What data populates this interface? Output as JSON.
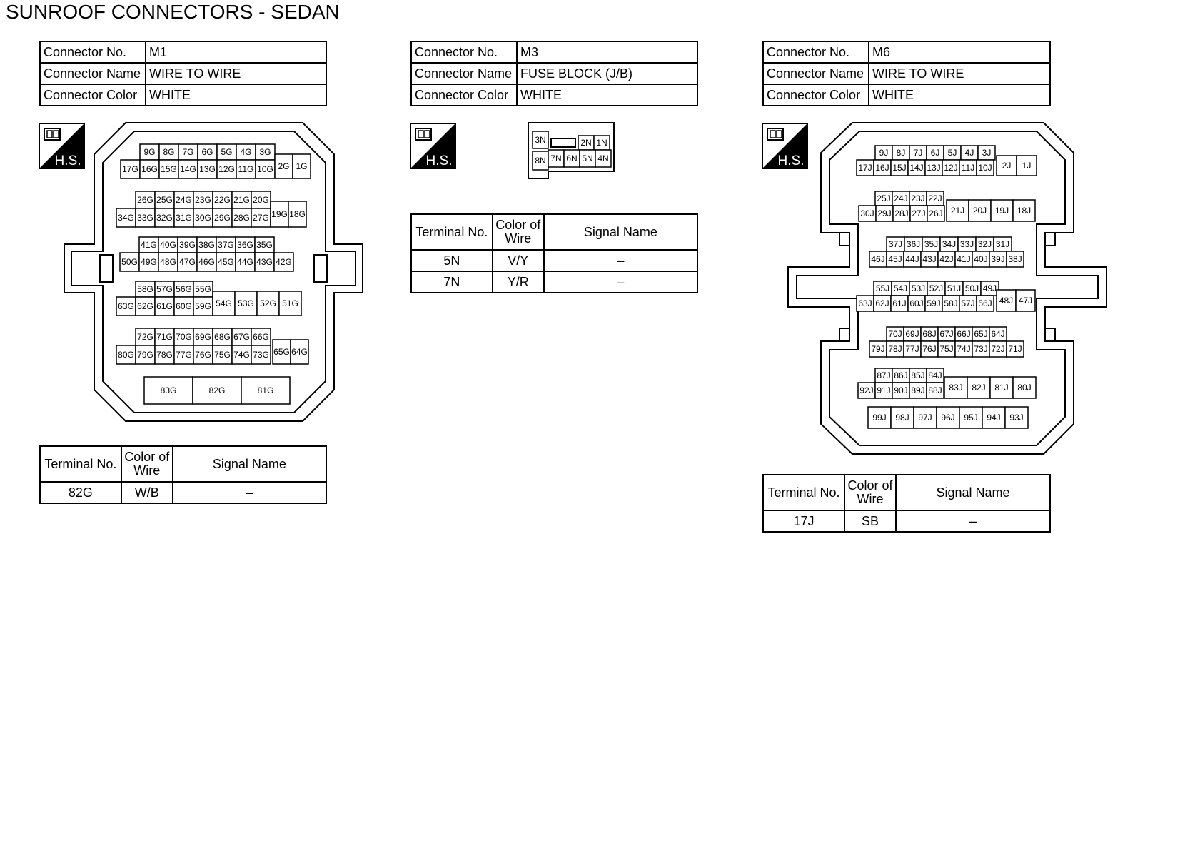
{
  "page_title": "SUNROOF CONNECTORS - SEDAN",
  "labels": {
    "connector_no": "Connector No.",
    "connector_name": "Connector Name",
    "connector_color": "Connector Color",
    "terminal_no": "Terminal No.",
    "color_of_wire_1": "Color of",
    "color_of_wire_2": "Wire",
    "signal_name": "Signal Name",
    "hs": "H.S."
  },
  "connectors": [
    {
      "no": "M1",
      "name": "WIRE TO WIRE",
      "color": "WHITE",
      "terminals": [
        {
          "terminal": "82G",
          "wire": "W/B",
          "signal": "–"
        }
      ],
      "pins": {
        "r1_top": [
          "9G",
          "8G",
          "7G",
          "6G",
          "5G",
          "4G",
          "3G"
        ],
        "r1_bot": [
          "17G",
          "16G",
          "15G",
          "14G",
          "13G",
          "12G",
          "11G",
          "10G"
        ],
        "r1_side": [
          "2G",
          "1G"
        ],
        "r2_top": [
          "26G",
          "25G",
          "24G",
          "23G",
          "22G",
          "21G",
          "20G"
        ],
        "r2_bot": [
          "34G",
          "33G",
          "32G",
          "31G",
          "30G",
          "29G",
          "28G",
          "27G"
        ],
        "r2_side": [
          "19G",
          "18G"
        ],
        "r3_top": [
          "41G",
          "40G",
          "39G",
          "38G",
          "37G",
          "36G",
          "35G"
        ],
        "r3_bot": [
          "50G",
          "49G",
          "48G",
          "47G",
          "46G",
          "45G",
          "44G",
          "43G",
          "42G"
        ],
        "r4_top": [
          "58G",
          "57G",
          "56G",
          "55G"
        ],
        "r4_bot": [
          "63G",
          "62G",
          "61G",
          "60G",
          "59G"
        ],
        "r4_side": [
          "54G",
          "53G",
          "52G",
          "51G"
        ],
        "r5_top": [
          "72G",
          "71G",
          "70G",
          "69G",
          "68G",
          "67G",
          "66G"
        ],
        "r5_bot": [
          "80G",
          "79G",
          "78G",
          "77G",
          "76G",
          "75G",
          "74G",
          "73G"
        ],
        "r5_side": [
          "65G",
          "64G"
        ],
        "r6": [
          "83G",
          "82G",
          "81G"
        ]
      }
    },
    {
      "no": "M3",
      "name": "FUSE BLOCK (J/B)",
      "color": "WHITE",
      "terminals": [
        {
          "terminal": "5N",
          "wire": "V/Y",
          "signal": "–"
        },
        {
          "terminal": "7N",
          "wire": "Y/R",
          "signal": "–"
        }
      ],
      "pins": {
        "left": [
          "3N",
          "8N"
        ],
        "top": [
          "2N",
          "1N"
        ],
        "bot": [
          "7N",
          "6N",
          "5N",
          "4N"
        ]
      }
    },
    {
      "no": "M6",
      "name": "WIRE TO WIRE",
      "color": "WHITE",
      "terminals": [
        {
          "terminal": "17J",
          "wire": "SB",
          "signal": "–"
        }
      ],
      "pins": {
        "r1_top": [
          "9J",
          "8J",
          "7J",
          "6J",
          "5J",
          "4J",
          "3J"
        ],
        "r1_bot": [
          "17J",
          "16J",
          "15J",
          "14J",
          "13J",
          "12J",
          "11J",
          "10J"
        ],
        "r1_side": [
          "2J",
          "1J"
        ],
        "r2_top": [
          "25J",
          "24J",
          "23J",
          "22J"
        ],
        "r2_bot": [
          "30J",
          "29J",
          "28J",
          "27J",
          "26J"
        ],
        "r2_side": [
          "21J",
          "20J",
          "19J",
          "18J"
        ],
        "r3_top": [
          "37J",
          "36J",
          "35J",
          "34J",
          "33J",
          "32J",
          "31J"
        ],
        "r3_bot": [
          "46J",
          "45J",
          "44J",
          "43J",
          "42J",
          "41J",
          "40J",
          "39J",
          "38J"
        ],
        "r4_top": [
          "55J",
          "54J",
          "53J",
          "52J",
          "51J",
          "50J",
          "49J"
        ],
        "r4_bot": [
          "63J",
          "62J",
          "61J",
          "60J",
          "59J",
          "58J",
          "57J",
          "56J"
        ],
        "r4_side": [
          "48J",
          "47J"
        ],
        "r5_top": [
          "70J",
          "69J",
          "68J",
          "67J",
          "66J",
          "65J",
          "64J"
        ],
        "r5_bot": [
          "79J",
          "78J",
          "77J",
          "76J",
          "75J",
          "74J",
          "73J",
          "72J",
          "71J"
        ],
        "r6_top": [
          "87J",
          "86J",
          "85J",
          "84J"
        ],
        "r6_bot": [
          "92J",
          "91J",
          "90J",
          "89J",
          "88J"
        ],
        "r6_side": [
          "83J",
          "82J",
          "81J",
          "80J"
        ],
        "r7": [
          "99J",
          "98J",
          "97J",
          "96J",
          "95J",
          "94J",
          "93J"
        ]
      }
    }
  ]
}
